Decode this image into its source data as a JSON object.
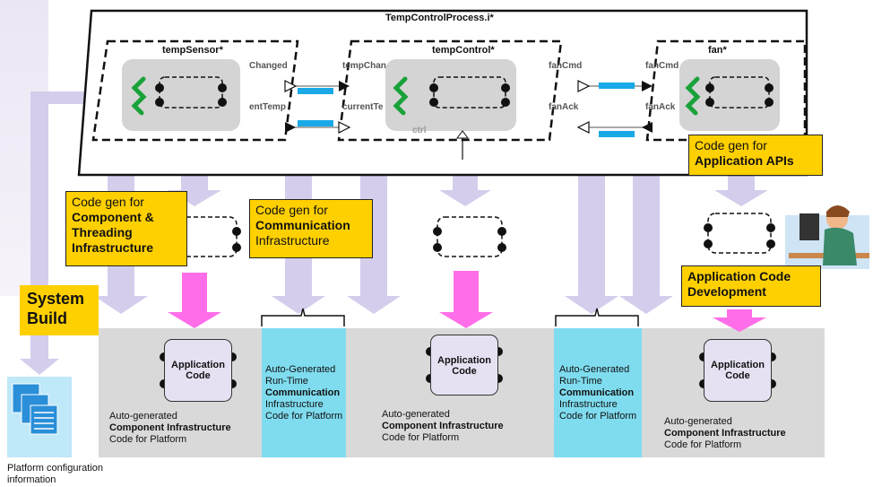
{
  "process": {
    "title": "TempControlProcess.i*"
  },
  "components": {
    "tempSensor": {
      "name": "tempSensor*",
      "port_out1": "Changed",
      "port_out2": "entTemp"
    },
    "tempControl": {
      "name": "tempControl*",
      "port_in1": "tempChan",
      "port_in2": "currentTe",
      "port_out1": "fanCmd",
      "port_out2": "fanAck",
      "partial_label": "ctrl"
    },
    "fan": {
      "name": "fan*",
      "port_in1": "fanCmd",
      "port_in2": "fanAck"
    }
  },
  "callouts": {
    "component_threading": {
      "line1": "Code gen for",
      "line2": "Component  &",
      "line3": "Threading",
      "line4": "Infrastructure"
    },
    "communication": {
      "line1": "Code gen for",
      "line2": "Communication",
      "line3": "Infrastructure"
    },
    "application_apis": {
      "line1": "Code gen for",
      "line2": "Application APIs"
    },
    "app_code_dev": {
      "line1": "Application Code",
      "line2": "Development"
    },
    "system_build": {
      "line1": "System",
      "line2": "Build"
    }
  },
  "app_code": {
    "line1": "Application",
    "line2": "Code"
  },
  "bands": {
    "component_infra": {
      "line1": "Auto-generated",
      "line2": "Component Infrastructure",
      "line3": "Code for Platform"
    },
    "comm_infra": {
      "line1": "Auto-Generated",
      "line2": "Run-Time",
      "line3": "Communication",
      "line4": "Infrastructure",
      "line5": "Code for Platform"
    }
  },
  "platform": {
    "caption_line1": "Platform configuration",
    "caption_line2": "information"
  },
  "colors": {
    "lavender_arrow": "#d5cdec",
    "magenta_arrow": "#ff6ee8",
    "callout": "#ffd000",
    "cyan_band": "#7fdcef",
    "grey_band": "#d9d9d9",
    "green_glyph": "#1aa23a",
    "blue_connection": "#1aa9e6"
  }
}
